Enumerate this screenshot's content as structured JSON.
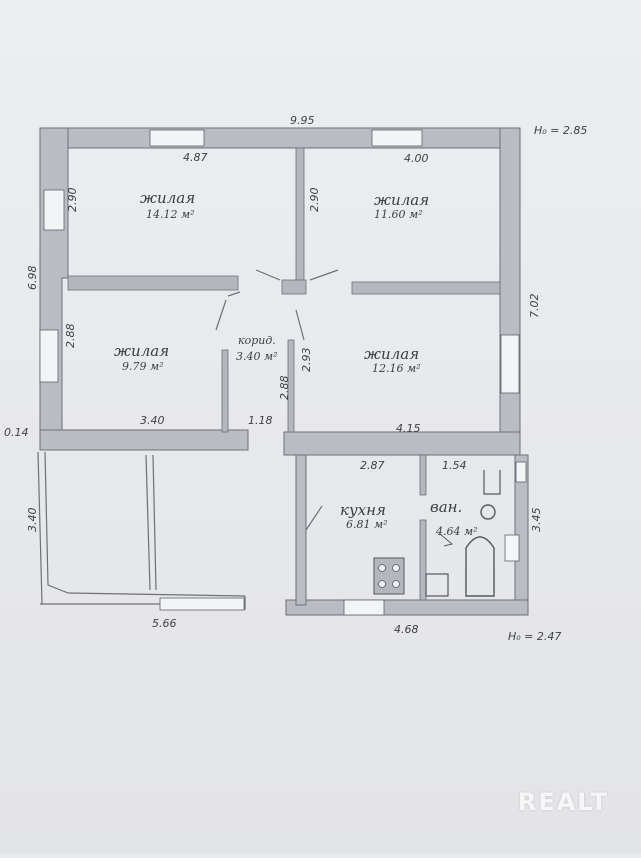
{
  "header": {
    "ceiling_top": "H₀ = 2.85",
    "ceiling_bottom": "H₀ = 2.47"
  },
  "rooms": [
    {
      "label": "жилая",
      "area": "14.12 м²"
    },
    {
      "label": "жилая",
      "area": "11.60 м²"
    },
    {
      "label": "жилая",
      "area": "9.79 м²"
    },
    {
      "label": "корид.",
      "area": "3.40 м²"
    },
    {
      "label": "жилая",
      "area": "12.16 м²"
    },
    {
      "label": "кухня",
      "area": "6.81 м²"
    },
    {
      "label": "ван.",
      "area": "4.64 м²"
    }
  ],
  "dimensions": {
    "top_total": "9.95",
    "top_left": "4.87",
    "top_right": "4.00",
    "left_total": "6.98",
    "right_total": "7.02",
    "room1_height": "2.90",
    "room2_height": "2.90",
    "room3_height": "2.88",
    "corridor_h1": "2.93",
    "corridor_h2": "2.88",
    "room3_width": "3.40",
    "corridor_width": "1.18",
    "room4_width": "4.15",
    "left_offset": "0.14",
    "veranda_height": "3.40",
    "kitchen_width": "2.87",
    "bath_width": "1.54",
    "bath_height": "3.45",
    "bottom_left": "5.66",
    "bottom_right": "4.68"
  },
  "watermark": "REALT"
}
